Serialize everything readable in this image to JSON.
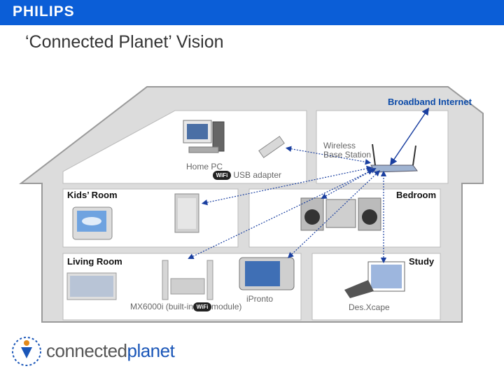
{
  "header": {
    "brand": "PHILIPS",
    "brand_color": "#0b5ed7"
  },
  "title": "‘Connected Planet’ Vision",
  "labels": {
    "broadband": "Broadband Internet",
    "wireless_line1": "Wireless",
    "wireless_line2": "Base Station",
    "home_pc": "Home PC",
    "usb_adapter": "USB adapter",
    "kids_room": "Kids’ Room",
    "bedroom": "Bedroom",
    "living_room": "Living Room",
    "study": "Study",
    "ipronto": "iPronto",
    "mx6000_pre": "MX6000i (built-in",
    "mx6000_post": "module)",
    "desxcape": "Des.Xcape",
    "wifi_badge": "WiFi"
  },
  "logo": {
    "part1": "connected",
    "part2": "planet"
  },
  "colors": {
    "house_fill": "#dcdcdc",
    "house_stroke": "#9a9a9a",
    "link": "#1a3fa0"
  },
  "icons": [
    "philips-logo",
    "home-pc-icon",
    "usb-adapter-icon",
    "wireless-base-station-icon",
    "storage-server-icon",
    "tv-icon",
    "stereo-icon",
    "flat-tv-icon",
    "home-theater-icon",
    "ipronto-icon",
    "desxcape-icon",
    "connected-planet-logo-icon"
  ]
}
